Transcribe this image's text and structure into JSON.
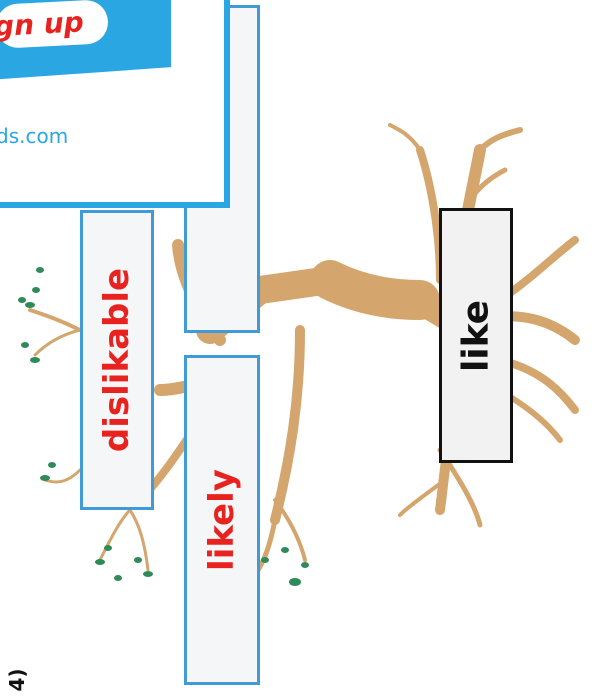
{
  "panel": {
    "button_label": "gn up",
    "url": "ds.com"
  },
  "words": {
    "root": "like",
    "left_top": "dislikable",
    "left_bottom": "likely"
  },
  "edge_label": "4)",
  "colors": {
    "tree": "#d4a66e",
    "leaf": "#2e8b57",
    "blue": "#2aa6e2",
    "red": "#e8231f"
  }
}
